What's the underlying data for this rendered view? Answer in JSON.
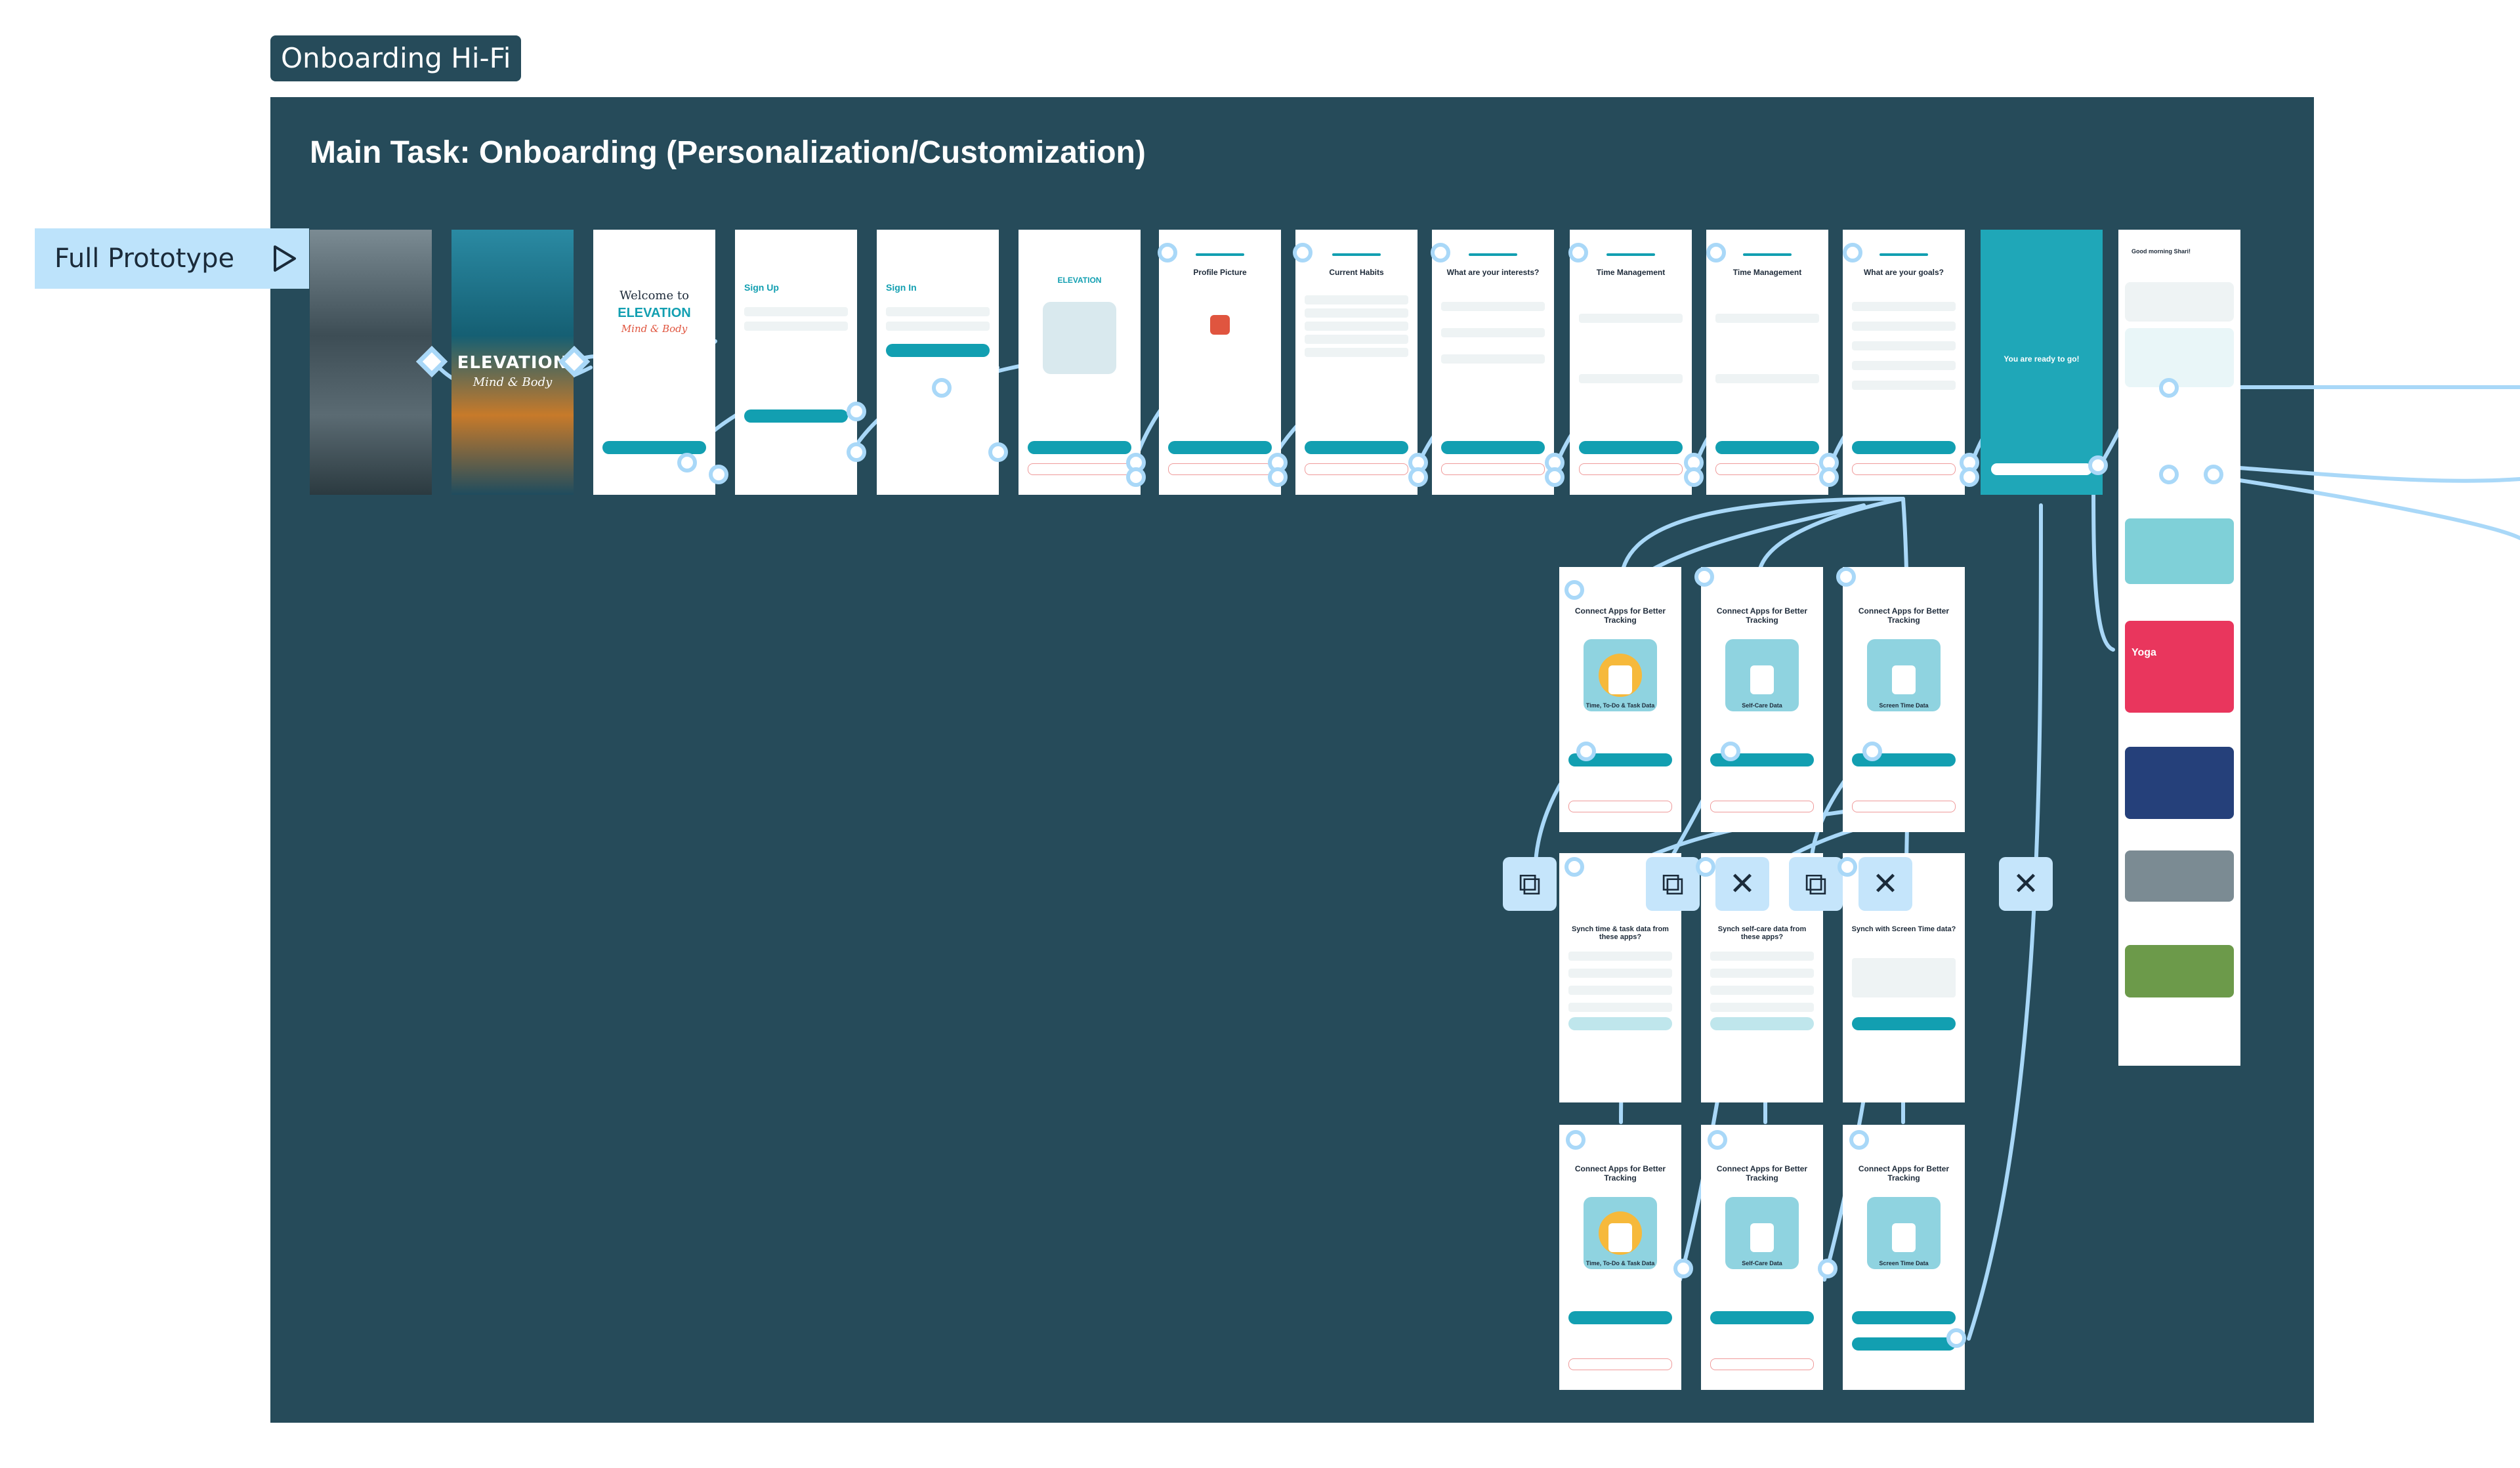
{
  "frame_label": "Onboarding Hi-Fi",
  "main_title": "Main Task: Onboarding (Personalization/Customization)",
  "prototype_flag": "Full Prototype",
  "colors": {
    "canvas": "#264b5a",
    "flow_line": "#a9d8f8",
    "accent": "#129fb1",
    "tag_bg": "#264b5a",
    "flag_bg": "#bde3fb"
  },
  "brand": {
    "name": "ELEVATION",
    "tagline": "Mind & Body",
    "welcome": "Welcome to"
  },
  "screens": {
    "signup": "Sign Up",
    "signin": "Sign In",
    "profile_picture": "Profile Picture",
    "current_habits": "Current Habits",
    "interests": "What are your interests?",
    "time_management_1": "Time Management",
    "time_management_2": "Time Management",
    "goals": "What are your goals?",
    "ready": "You are ready to go!",
    "home_greeting": "Good morning Shari!",
    "connect_apps": "Connect Apps for Better Tracking",
    "synch_time": "Synch time & task data from these apps?",
    "synch_selfcare": "Synch self-care data from these apps?",
    "synch_screen": "Synch with Screen Time data?",
    "time_todo_task": "Time, To-Do & Task Data",
    "self_care_data": "Self-Care Data",
    "screen_time_data": "Screen Time Data",
    "yoga": "Yoga"
  },
  "tools": {
    "mobile_icon": "mobile-device-icon",
    "close_icon": "close-icon",
    "connect_icon": "connect-device-icon"
  }
}
